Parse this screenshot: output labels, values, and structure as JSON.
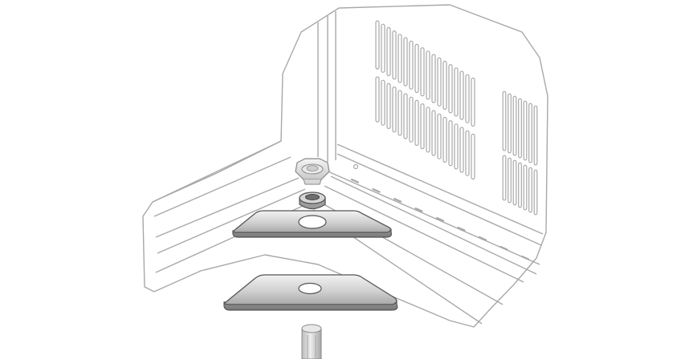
{
  "figure": {
    "title": "",
    "parts": [
      {
        "id": "cabinet",
        "name": "cabinet-corner"
      },
      {
        "id": "vents",
        "name": "ventilation-slots"
      },
      {
        "id": "rail",
        "name": "mounting-rail"
      },
      {
        "id": "foot",
        "name": "leveling-foot"
      },
      {
        "id": "bushing",
        "name": "grommet-bushing"
      },
      {
        "id": "washerTop",
        "name": "upper-spacer-plate"
      },
      {
        "id": "washerBottom",
        "name": "lower-spacer-plate"
      },
      {
        "id": "peg",
        "name": "mounting-peg"
      }
    ],
    "colors": {
      "line": "#a8a8a8",
      "metal_light": "#e4e4e4",
      "metal_mid": "#bdbdbd",
      "metal_dark": "#8e8e8e",
      "outline": "#555555"
    }
  }
}
